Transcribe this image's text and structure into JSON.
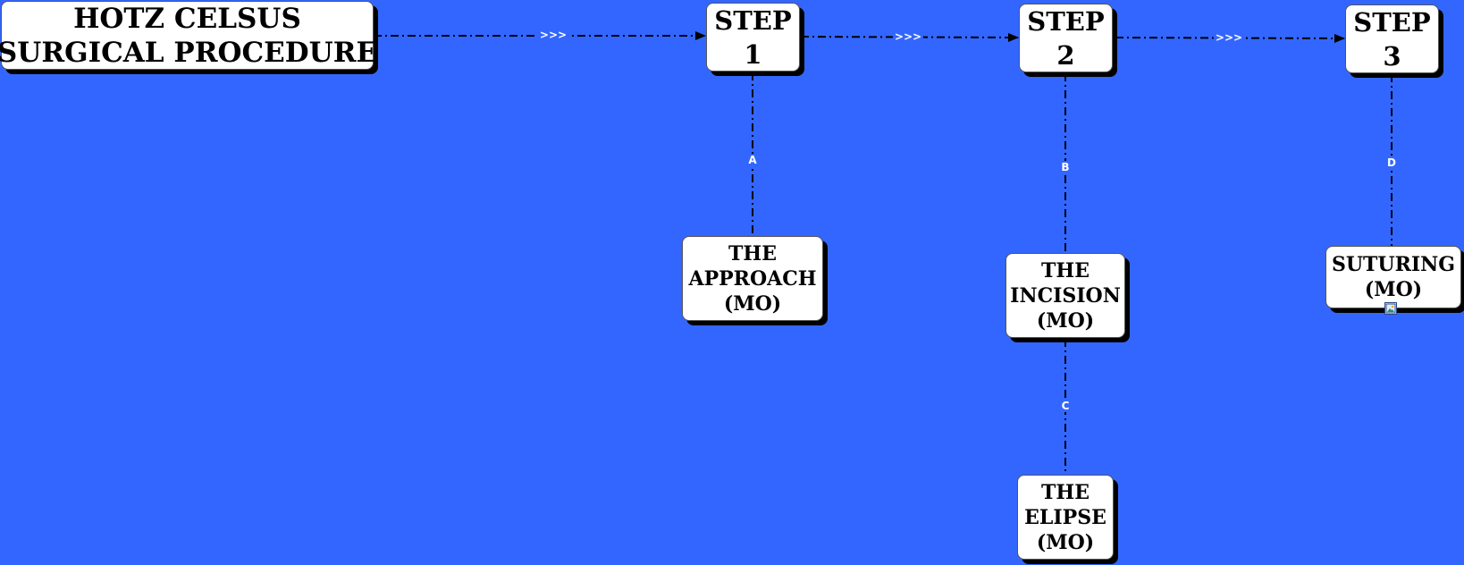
{
  "diagram": {
    "title": {
      "line1": "HOTZ CELSUS",
      "line2": "SURGICAL PROCEDURE"
    },
    "steps": [
      {
        "word": "STEP",
        "number": "1"
      },
      {
        "word": "STEP",
        "number": "2"
      },
      {
        "word": "STEP",
        "number": "3"
      }
    ],
    "flow_label": ">>>",
    "details": [
      {
        "line1": "THE",
        "line2": "APPROACH",
        "line3": "(MO)",
        "edge_label": "A"
      },
      {
        "line1": "THE",
        "line2": "INCISION",
        "line3": "(MO)",
        "edge_label": "B"
      },
      {
        "line1": "THE",
        "line2": "ELIPSE",
        "line3": "(MO)",
        "edge_label": "C"
      },
      {
        "line1": "SUTURING",
        "line2": "(MO)",
        "edge_label": "D"
      }
    ],
    "attachment_icon": "image-icon",
    "colors": {
      "background": "#3366ff",
      "node_fill": "#ffffff",
      "connector": "#000000",
      "label_text": "#ffffff"
    }
  }
}
